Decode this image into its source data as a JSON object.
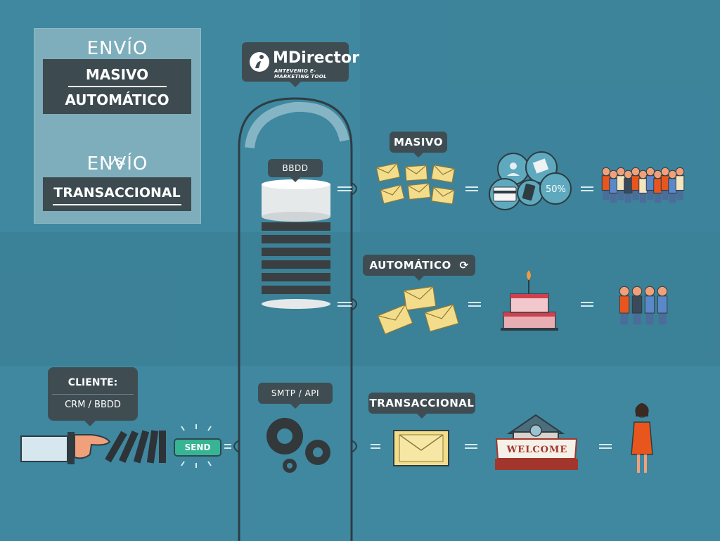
{
  "title_box": {
    "envio_1": "ENVÍO",
    "masivo": "MASIVO",
    "automatico": "AUTOMÁTICO",
    "vs": "vs.",
    "envio_2": "ENVÍO",
    "transaccional": "TRANSACCIONAL"
  },
  "logo": {
    "name": "MDirector",
    "tagline": "ANTEVENIO E-MARKETING TOOL"
  },
  "labels": {
    "bbdd": "BBDD",
    "smtp_api": "SMTP / API",
    "masivo": "MASIVO",
    "automatico": "AUTOMÁTICO",
    "transaccional": "TRANSACCIONAL",
    "cliente": "CLIENTE:",
    "crm_bbdd": "CRM / BBDD",
    "send": "SEND",
    "percent": "50%",
    "welcome": "WELCOME"
  },
  "icons": {
    "refresh": "refresh-icon",
    "gear": "gear-icon",
    "envelope": "envelope-icon",
    "database": "database-icon",
    "pointing_hand": "pointing-hand-icon",
    "dominoes": "dominoes-icon",
    "cake": "cake-icon",
    "house": "house-icon",
    "chat_bubbles": "chat-bubbles-icon",
    "people": "people-icon"
  },
  "colors": {
    "background": "#3f88a0",
    "chalkboard": "#3d4a50",
    "send_button": "#36b493",
    "envelope": "#f4dd8a",
    "dress_orange": "#e8561e"
  }
}
